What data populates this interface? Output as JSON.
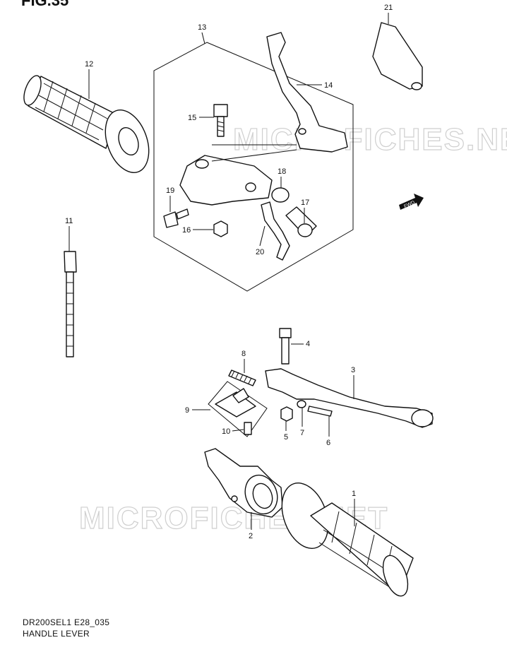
{
  "figure_title": "FIG.35",
  "watermark": "MICROFICHES.NET",
  "fwd_label": "FWD",
  "model_code": "DR200SEL1 E28_035",
  "diagram_title": "HANDLE LEVER",
  "callouts": [
    "1",
    "2",
    "3",
    "4",
    "5",
    "6",
    "7",
    "8",
    "9",
    "10",
    "11",
    "12",
    "13",
    "14",
    "15",
    "16",
    "17",
    "18",
    "19",
    "20",
    "21"
  ]
}
